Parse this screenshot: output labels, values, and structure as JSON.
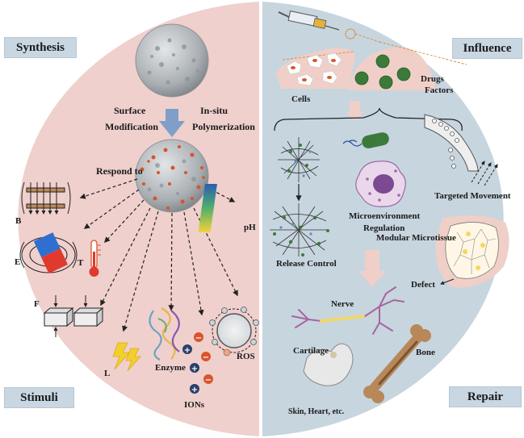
{
  "corners": {
    "synthesis": "Synthesis",
    "influence": "Influence",
    "stimuli": "Stimuli",
    "repair": "Repair"
  },
  "synthesis": {
    "surface_modification": [
      "Surface",
      "Modification"
    ],
    "insitu_polymerization": [
      "In-situ",
      "Polymerization"
    ]
  },
  "stimuli": {
    "respond_to": "Respond to",
    "magnetic": "B",
    "electric": "E",
    "temperature": "T",
    "force": "F",
    "light": "L",
    "enzyme": "Enzyme",
    "ions": "IONs",
    "ros": "ROS",
    "ph": "pH"
  },
  "influence": {
    "cells": "Cells",
    "drugs_factors": [
      "Drugs",
      "Factors"
    ],
    "targeted_movement": "Targeted Movement",
    "microenvironment_regulation": [
      "Microenvironment",
      "Regulation"
    ],
    "modular_microtissue": "Modular Microtissue",
    "release_control": "Release Control",
    "defect": "Defect"
  },
  "repair": {
    "nerve": "Nerve",
    "cartilage": "Cartilage",
    "bone": "Bone",
    "skin_heart": "Skin, Heart, etc."
  },
  "colors": {
    "left_half": "#efd0cd",
    "right_half": "#c7d5df",
    "tag_box": "#c9d7e2",
    "arrow_blue": "#7f9fc9",
    "particle": "#bfc3c6",
    "orange_dot": "#d8552a",
    "green_dot": "#3c7a3a",
    "purple_cell": "#7b4a92",
    "bone": "#b8875a"
  },
  "icons": [
    "syringe-icon",
    "cells-icon",
    "drugs-icon",
    "bacterium-icon",
    "micro-robot-icon",
    "immune-cell-icon",
    "network-icon",
    "microtissue-icon",
    "nerve-icon",
    "cartilage-icon",
    "bone-icon",
    "magnet-icon",
    "thermometer-icon",
    "lightning-icon",
    "enzyme-icon",
    "ion-icon",
    "ros-icon",
    "ph-gradient-icon",
    "force-block-icon",
    "magnetic-field-icon"
  ]
}
